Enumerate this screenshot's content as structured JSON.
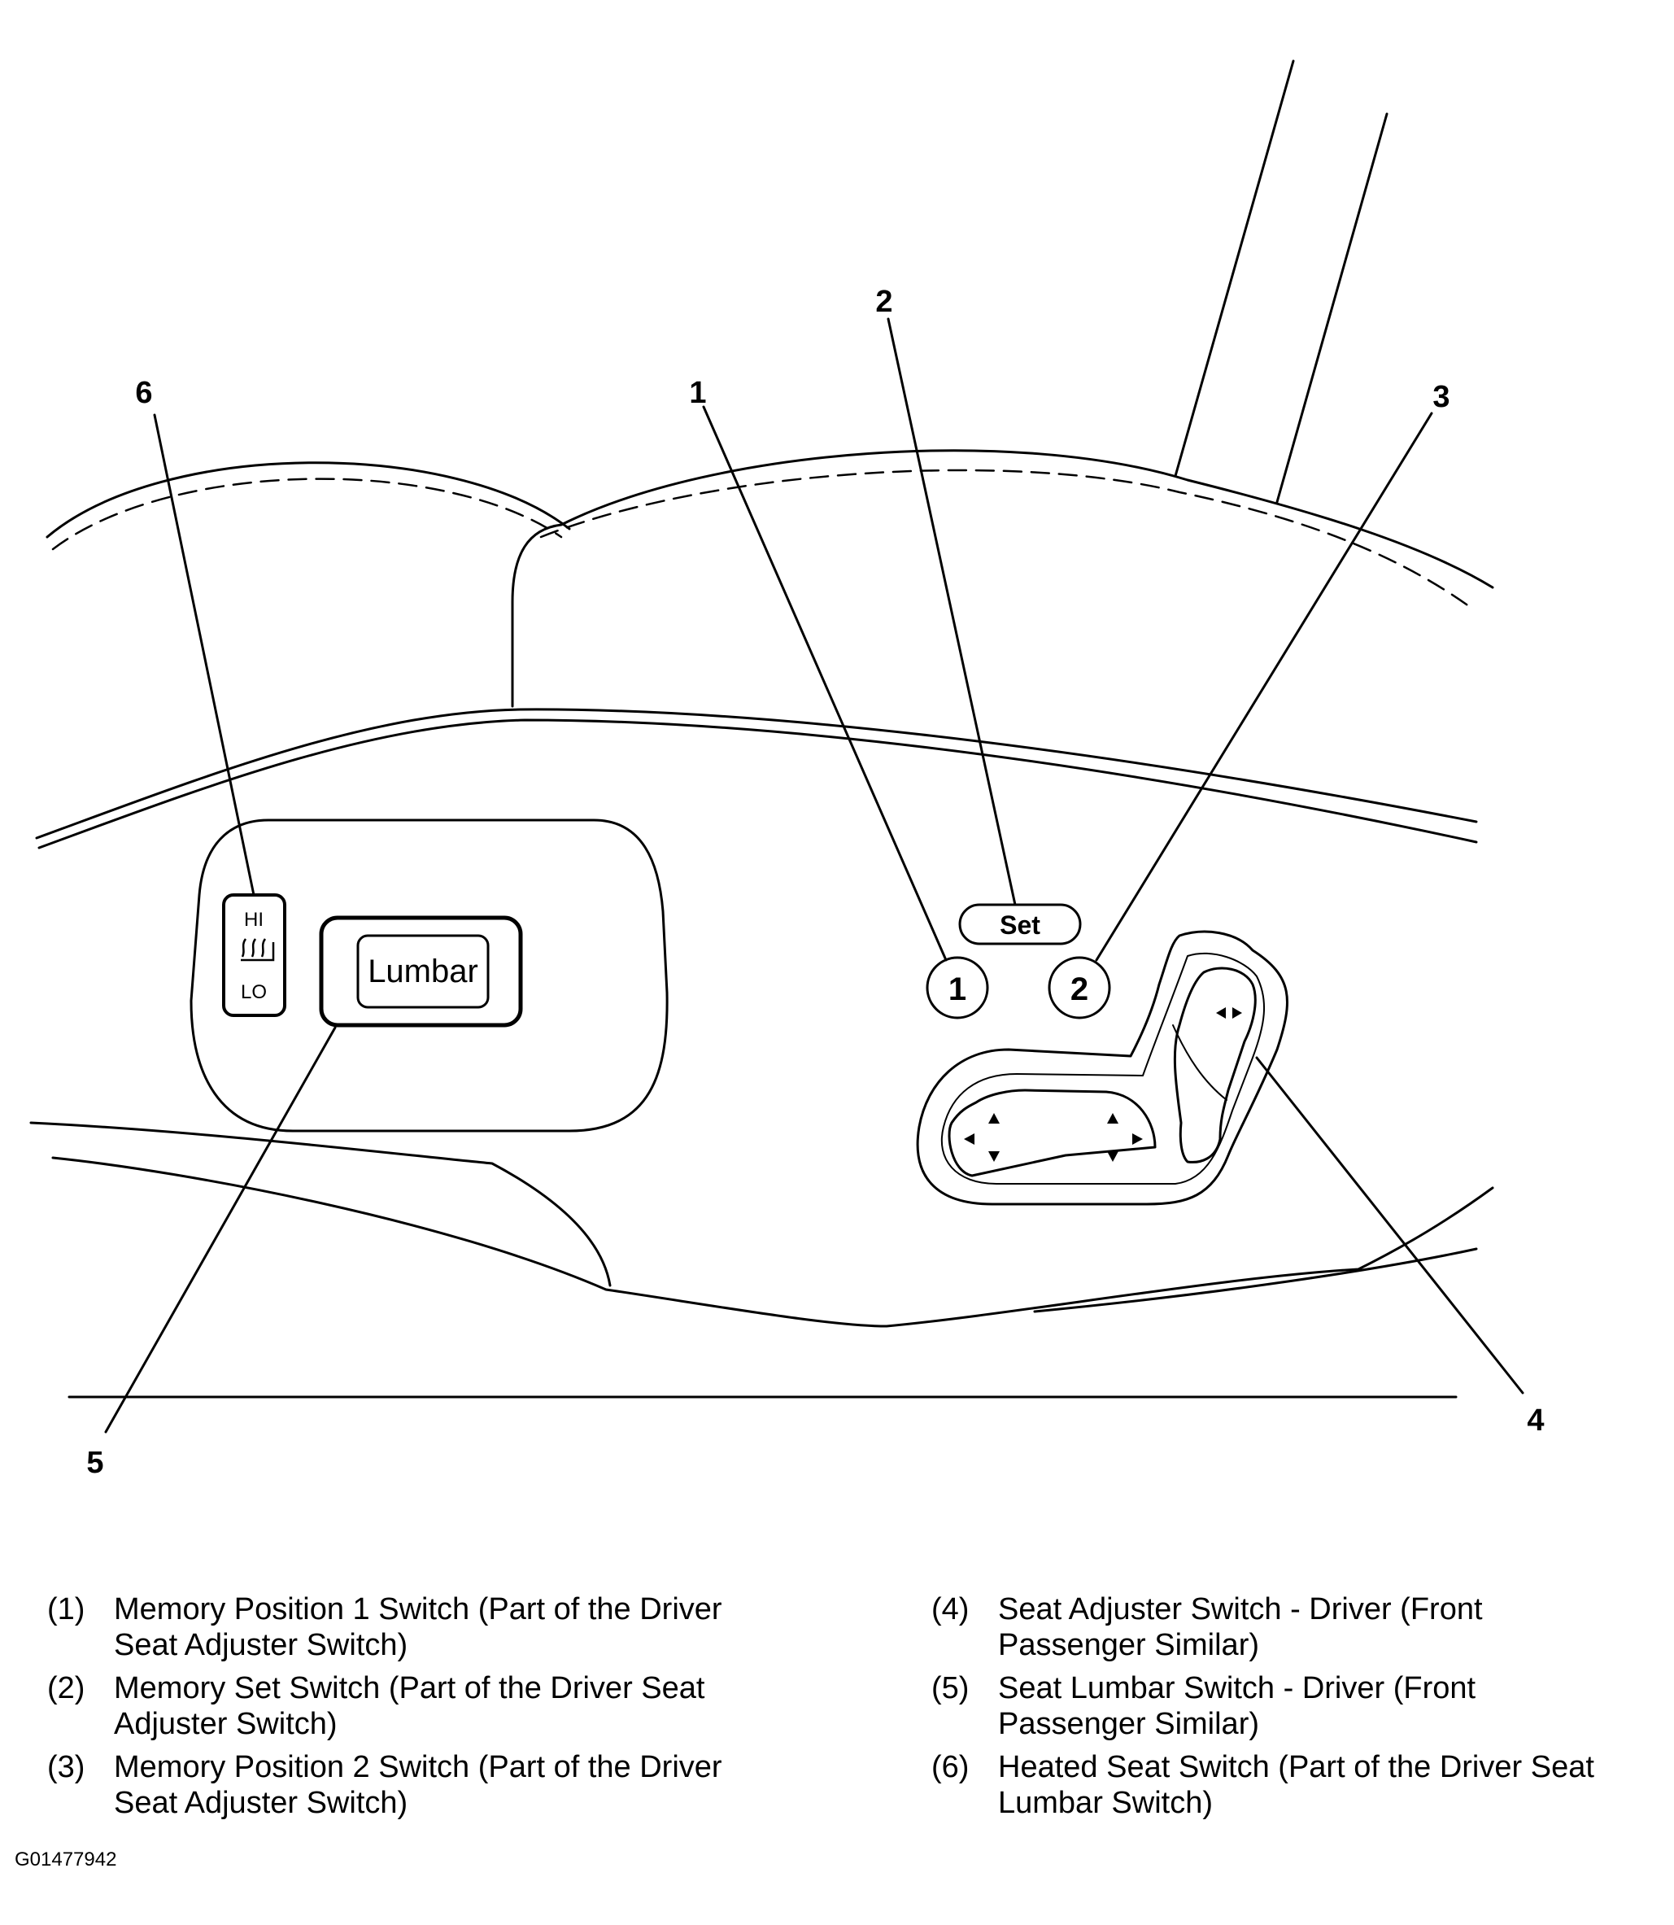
{
  "callouts": [
    "1",
    "2",
    "3",
    "4",
    "5",
    "6"
  ],
  "switch_labels": {
    "set": "Set",
    "memory_1": "1",
    "memory_2": "2",
    "lumbar": "Lumbar",
    "heat_hi": "HI",
    "heat_lo": "LO"
  },
  "legend": [
    {
      "num": "(1)",
      "text": "Memory Position 1 Switch (Part of the Driver Seat Adjuster Switch)"
    },
    {
      "num": "(2)",
      "text": "Memory Set Switch (Part of the Driver Seat Adjuster Switch)"
    },
    {
      "num": "(3)",
      "text": "Memory Position 2 Switch (Part of the Driver Seat Adjuster Switch)"
    },
    {
      "num": "(4)",
      "text": "Seat Adjuster Switch - Driver (Front Passenger Similar)"
    },
    {
      "num": "(5)",
      "text": "Seat Lumbar Switch - Driver (Front Passenger Similar)"
    },
    {
      "num": "(6)",
      "text": "Heated Seat Switch (Part of the Driver Seat Lumbar Switch)"
    }
  ],
  "figure_id": "G01477942"
}
